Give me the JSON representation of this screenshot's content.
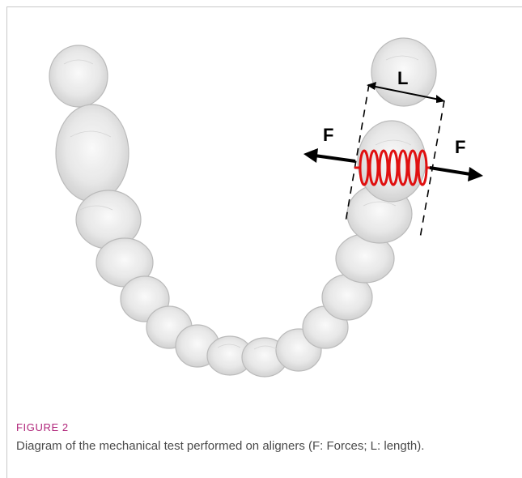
{
  "figure": {
    "annotations": {
      "length_label": "L",
      "force_left_label": "F",
      "force_right_label": "F"
    },
    "colors": {
      "spring": "#e01010",
      "arrows": "#000000",
      "caption_label": "#b0257a",
      "caption_text": "#4a4a4a"
    }
  },
  "caption": {
    "label": "FIGURE 2",
    "text": "Diagram of the mechanical test performed on aligners (F: Forces; L: length)."
  }
}
